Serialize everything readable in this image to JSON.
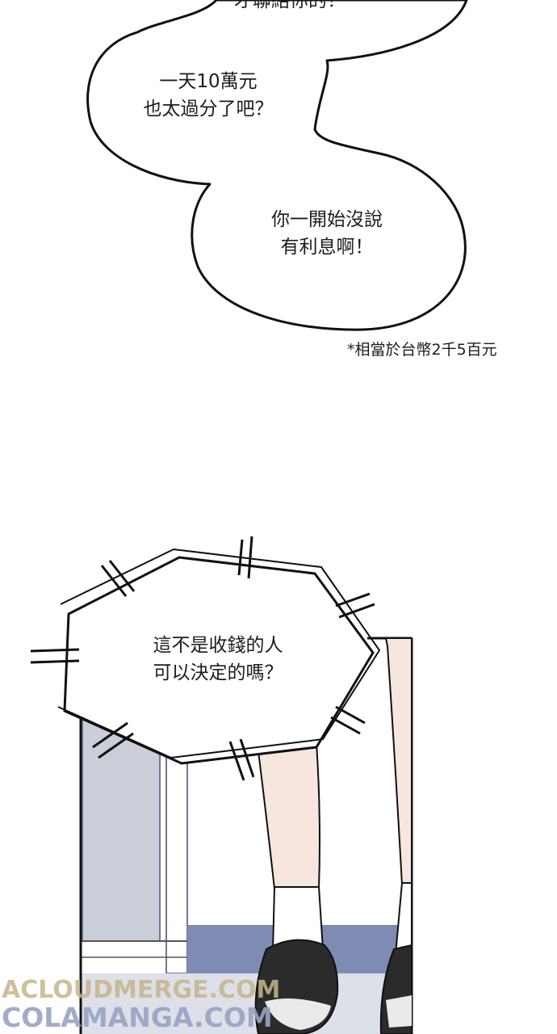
{
  "bubbles": {
    "top_partial": "才聯絡你的！",
    "bubble1": {
      "line1": "一天10萬元",
      "line2": "也太過分了吧？"
    },
    "bubble2": {
      "line1": "你一開始沒說",
      "line2": "有利息啊！"
    },
    "bubble3": {
      "line1": "這不是收錢的人",
      "line2": "可以決定的嗎？"
    }
  },
  "footnote": "*相當於台幣2千5百元",
  "watermarks": {
    "line1": "ACLOUDMERGE.COM",
    "line2": "COLAMANGA.COM"
  },
  "colors": {
    "ink": "#111111",
    "skin": "#f6e6df",
    "floor_blue": "#7e8cb3",
    "wall_gray": "#c9ced8",
    "door_blue": "#8d9bbf"
  }
}
